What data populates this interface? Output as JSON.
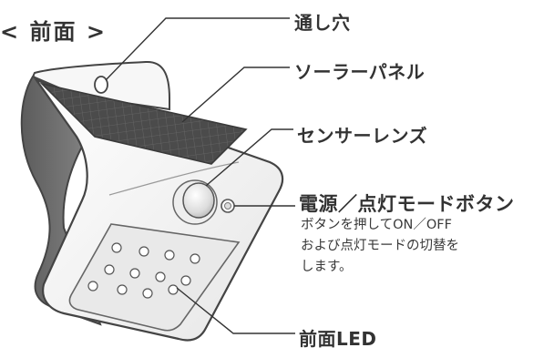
{
  "title": "< 前面 >",
  "labels": {
    "hole": "通し穴",
    "solar_panel": "ソーラーパネル",
    "sensor_lens": "センサーレンズ",
    "power_button": "電源／点灯モードボタン",
    "power_button_desc": [
      "ボタンを押してON／OFF",
      "および点灯モードの切替を",
      "します。"
    ],
    "front_led": "前面LED"
  },
  "colors": {
    "text": "#333333",
    "outline": "#444444",
    "panel_dark": "#4a4a4a",
    "side_shade": "#6e6e6e",
    "led_panel": "#e9e9e9"
  }
}
